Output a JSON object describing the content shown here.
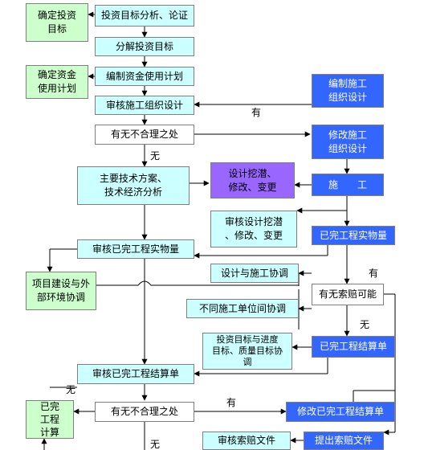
{
  "colors": {
    "line": "#000000",
    "green_box": "#ccffcc",
    "cyan_box": "#ccffff",
    "blue_box": "#3366ff",
    "purple_box": "#9966ff",
    "white_box": "#ffffff"
  },
  "nodes": {
    "determine_goal": "确定投资\n目标",
    "analyze_goal": "投资目标分析、论证",
    "decompose_goal": "分解投资目标",
    "determine_fund_plan": "确定资金\n使用计划",
    "prepare_fund_plan": "编制资金使用计划",
    "review_org_design": "审核施工组织设计",
    "prepare_org_design": "编制施工\n组织设计",
    "check_unreasonable_1": "有无不合理之处",
    "modify_org_design": "修改施工\n组织设计",
    "tech_econ_analysis": "主要技术方案、\n技术经济分析",
    "design_potential": "设计挖潜、\n修改、变更",
    "construction": "施　　工",
    "review_design_potential": "审核设计挖潜\n、修改、变更",
    "completed_quantity": "已完工程实物量",
    "review_completed_quantity": "审核已完工程实物量",
    "design_construction_coord": "设计与施工协调",
    "external_coord": "项目建设与外\n部环境协调",
    "claim_possible": "有无索赔可能",
    "unit_coord": "不同施工单位间协调",
    "goal_progress_coord": "投资目标与进度\n目标、质量目标协\n调",
    "completed_settlement": "已完工程结算单",
    "review_settlement": "审核已完工程结算单",
    "completed_engineering_calc": "已完\n工程\n计算",
    "check_unreasonable_2": "有无不合理之处",
    "modify_settlement": "修改已完工程结算单",
    "review_claim_docs": "审核索赔文件",
    "submit_claim_docs": "提出索赔文件"
  },
  "edge_labels": {
    "yes_org": "有",
    "no_1": "无",
    "yes_claim": "有",
    "no_claim": "无",
    "no_left": "无",
    "yes_settle": "有",
    "no_bottom": "无"
  }
}
